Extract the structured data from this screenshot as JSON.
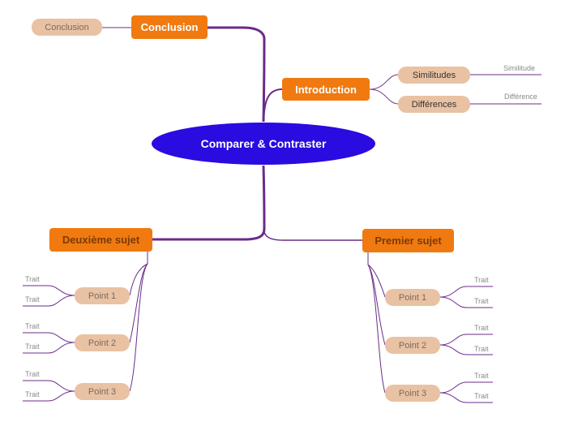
{
  "central": {
    "label": "Comparer & Contraster"
  },
  "conclusion": {
    "label": "Conclusion",
    "child": "Conclusion"
  },
  "introduction": {
    "label": "Introduction",
    "children": [
      {
        "label": "Similitudes",
        "leaf": "Similitude"
      },
      {
        "label": "Différences",
        "leaf": "Différence"
      }
    ]
  },
  "deuxieme_sujet": {
    "label": "Deuxième sujet",
    "points": [
      {
        "label": "Point 1",
        "traits": [
          "Trait",
          "Trait"
        ]
      },
      {
        "label": "Point 2",
        "traits": [
          "Trait",
          "Trait"
        ]
      },
      {
        "label": "Point 3",
        "traits": [
          "Trait",
          "Trait"
        ]
      }
    ]
  },
  "premier_sujet": {
    "label": "Premier sujet",
    "points": [
      {
        "label": "Point 1",
        "traits": [
          "Trait",
          "Trait"
        ]
      },
      {
        "label": "Point 2",
        "traits": [
          "Trait",
          "Trait"
        ]
      },
      {
        "label": "Point 3",
        "traits": [
          "Trait",
          "Trait"
        ]
      }
    ]
  },
  "colors": {
    "central": "#2a0be0",
    "main": "#f07a10",
    "sub": "#e9c2a3",
    "connector": "#6a2c8a"
  }
}
